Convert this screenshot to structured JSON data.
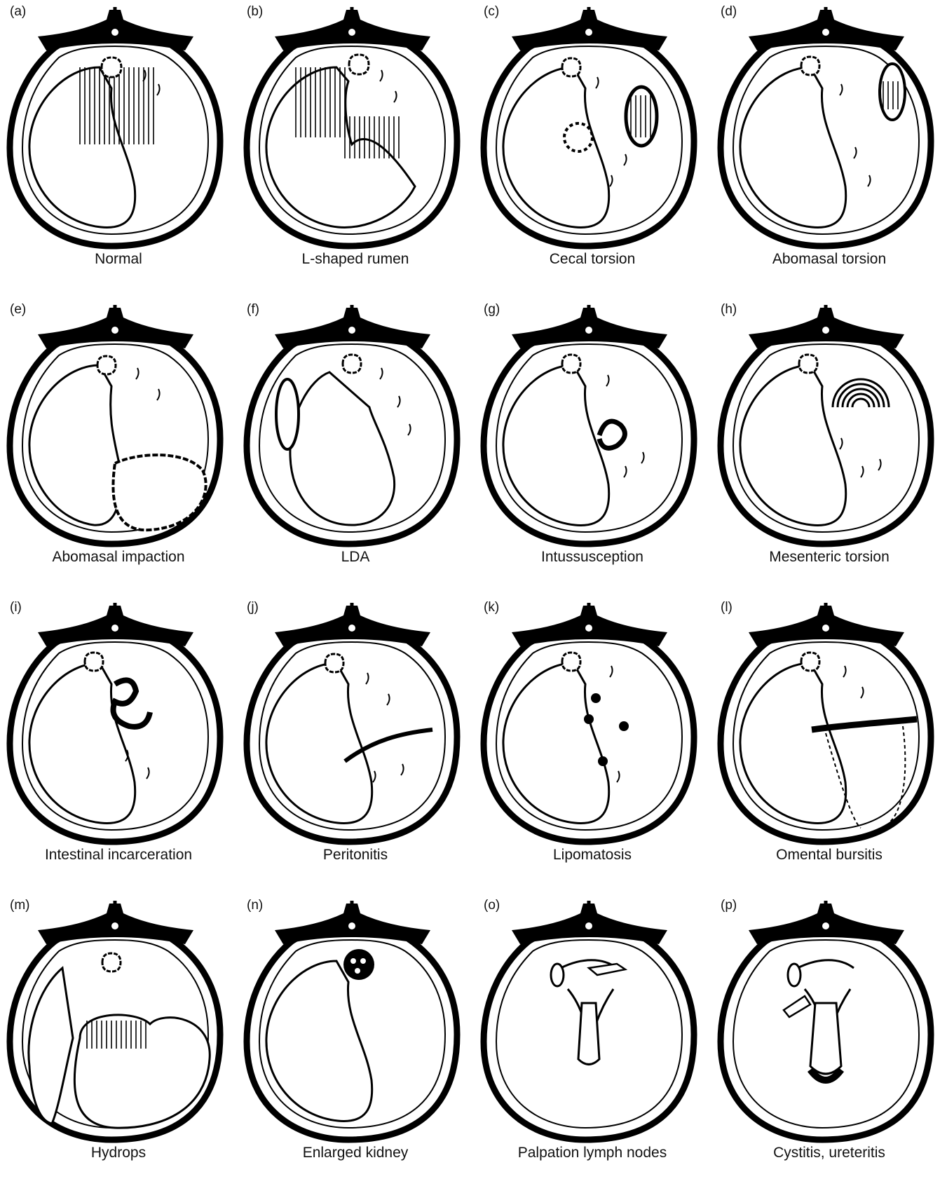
{
  "panels": [
    {
      "tag": "(a)",
      "caption": "Normal",
      "kind": "normal"
    },
    {
      "tag": "(b)",
      "caption": "L-shaped rumen",
      "kind": "lshaped"
    },
    {
      "tag": "(c)",
      "caption": "Cecal torsion",
      "kind": "cecal"
    },
    {
      "tag": "(d)",
      "caption": "Abomasal torsion",
      "kind": "abomasal_torsion"
    },
    {
      "tag": "(e)",
      "caption": "Abomasal impaction",
      "kind": "abomasal_impaction"
    },
    {
      "tag": "(f)",
      "caption": "LDA",
      "kind": "lda"
    },
    {
      "tag": "(g)",
      "caption": "Intussusception",
      "kind": "intussusception"
    },
    {
      "tag": "(h)",
      "caption": "Mesenteric torsion",
      "kind": "mesenteric"
    },
    {
      "tag": "(i)",
      "caption": "Intestinal incarceration",
      "kind": "incarceration"
    },
    {
      "tag": "(j)",
      "caption": "Peritonitis",
      "kind": "peritonitis"
    },
    {
      "tag": "(k)",
      "caption": "Lipomatosis",
      "kind": "lipomatosis"
    },
    {
      "tag": "(l)",
      "caption": "Omental bursitis",
      "kind": "bursitis"
    },
    {
      "tag": "(m)",
      "caption": "Hydrops",
      "kind": "hydrops"
    },
    {
      "tag": "(n)",
      "caption": "Enlarged kidney",
      "kind": "kidney"
    },
    {
      "tag": "(o)",
      "caption": "Palpation lymph nodes",
      "kind": "lymph"
    },
    {
      "tag": "(p)",
      "caption": "Cystitis, ureteritis",
      "kind": "cystitis"
    }
  ]
}
